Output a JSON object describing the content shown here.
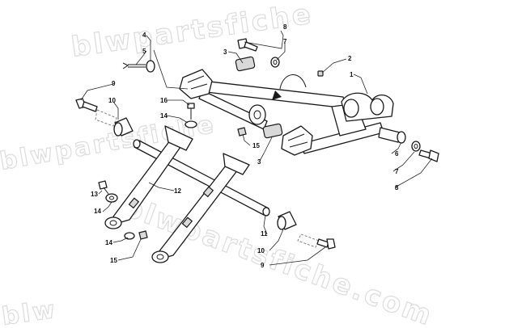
{
  "watermark": {
    "text_top": "blwpartsfiche",
    "text_center": "blwpartsfiche.com",
    "text_left": "blwpartsfiche",
    "text_bottom": "blw"
  },
  "callouts": {
    "c1": "1",
    "c2": "2",
    "c3a": "3",
    "c3b": "3",
    "c4": "4",
    "c5": "5",
    "c6": "6",
    "c7a": "7",
    "c7b": "7",
    "c8a": "8",
    "c8b": "8",
    "c9a": "9",
    "c9b": "9",
    "c10a": "10",
    "c10b": "10",
    "c11": "11",
    "c12": "12",
    "c13": "13",
    "c14a": "14",
    "c14b": "14",
    "c14c": "14",
    "c15a": "15",
    "c15b": "15",
    "c16": "16"
  }
}
